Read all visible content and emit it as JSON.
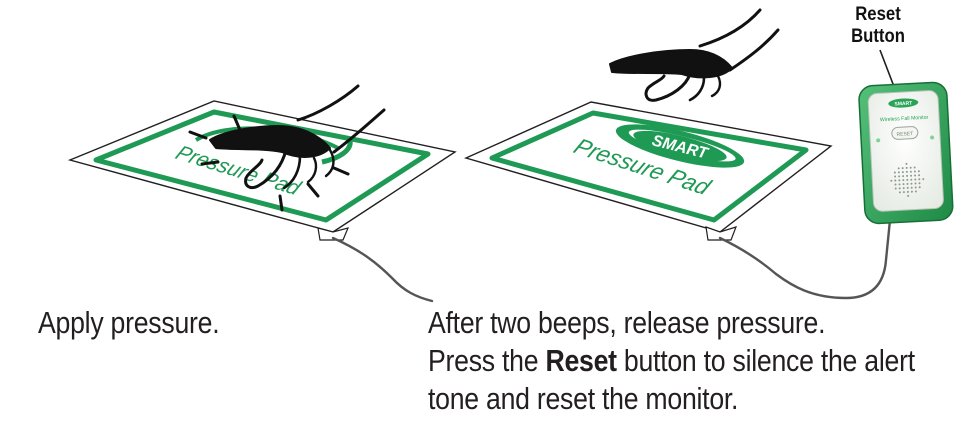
{
  "callout": {
    "line1": "Reset",
    "line2": "Button"
  },
  "left_pad": {
    "label": "Pressure Pad"
  },
  "right_pad": {
    "logo": "SMART",
    "label": "Pressure Pad"
  },
  "monitor": {
    "logo": "SMART",
    "line1": "Wireless Fall Monitor",
    "reset_label": "RESET"
  },
  "captions": {
    "left": "Apply pressure.",
    "right_line1": "After two beeps, release pressure.",
    "right_line2_pre": "Press the ",
    "right_line2_bold": "Reset",
    "right_line2_post": " button to silence the alert",
    "right_line3": "tone and reset the monitor."
  },
  "colors": {
    "pad_green": "#1f9a55",
    "monitor_green": "#2aa356",
    "outline": "#231f20"
  }
}
